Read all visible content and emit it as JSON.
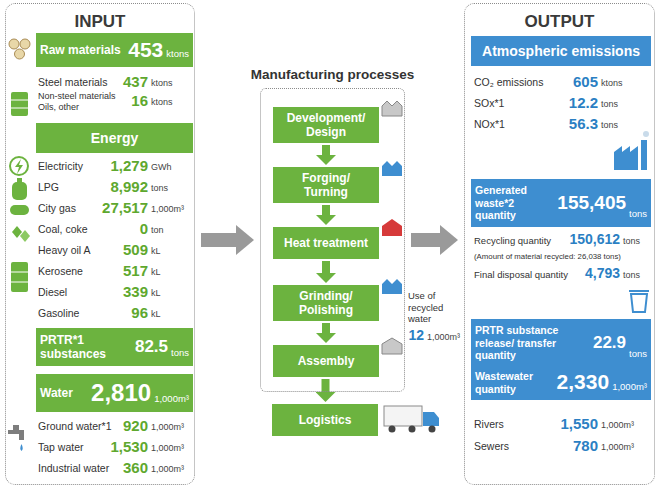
{
  "diagram": {
    "nodes": [
      {
        "text": [
          "INPUT"
        ]
      },
      {
        "text": [
          "Raw materials",
          "453",
          "ktons"
        ],
        "in": 0
      },
      {
        "text": [
          "Energy"
        ],
        "in": 0
      },
      {
        "text": [
          "PRTR*1 substances",
          "82.5",
          "tons"
        ],
        "in": 0
      },
      {
        "text": [
          "Water",
          "2,810",
          "1,000m³"
        ],
        "in": 0
      },
      {
        "text": [
          "Manufacturing processes"
        ]
      },
      {
        "text": [
          "Development/ Design"
        ],
        "in": 5
      },
      {
        "text": [
          "Forging/ Turning"
        ],
        "in": 5
      },
      {
        "text": [
          "Heat treatment"
        ],
        "in": 5
      },
      {
        "text": [
          "Grinding/ Polishing"
        ],
        "in": 5
      },
      {
        "text": [
          "Assembly"
        ],
        "in": 5
      },
      {
        "text": [
          "Logistics"
        ]
      },
      {
        "text": [
          "OUTPUT"
        ]
      },
      {
        "text": [
          "Atmospheric emissions"
        ],
        "in": 12
      },
      {
        "text": [
          "Generated waste*2 quantity",
          "155,405",
          "tons"
        ],
        "in": 12
      },
      {
        "text": [
          "PRTR substance release/ transfer quantity",
          "22.9",
          "tons"
        ],
        "in": 12
      },
      {
        "text": [
          "Wastewater quantity",
          "2,330",
          "1,000m³"
        ],
        "in": 12
      }
    ],
    "edges": [
      {
        "from": 0,
        "to": 5,
        "arrow": "to"
      },
      {
        "from": 6,
        "to": 7,
        "arrow": "to"
      },
      {
        "from": 7,
        "to": 8,
        "arrow": "to"
      },
      {
        "from": 8,
        "to": 9,
        "arrow": "to"
      },
      {
        "from": 9,
        "to": 10,
        "arrow": "to"
      },
      {
        "from": 10,
        "to": 11,
        "arrow": "to"
      },
      {
        "from": 5,
        "to": 12,
        "arrow": "to"
      }
    ],
    "labels": [
      "Steel materials",
      "437",
      "ktons",
      "Non-steel materials Oils, other",
      "16",
      "ktons",
      "Electricity",
      "1,279",
      "GWh",
      "LPG",
      "8,992",
      "tons",
      "City gas",
      "27,517",
      "1,000m³",
      "Coal, coke",
      "0",
      "ton",
      "Heavy oil A",
      "509",
      "kL",
      "Kerosene",
      "517",
      "kL",
      "Diesel",
      "339",
      "kL",
      "Gasoline",
      "96",
      "kL",
      "Ground water*1",
      "920",
      "1,000m³",
      "Tap water",
      "1,530",
      "1,000m³",
      "Industrial water",
      "360",
      "1,000m³",
      "Use of recycled water",
      "12",
      "1,000m³",
      "CO₂ emissions",
      "605",
      "ktons",
      "SOx*1",
      "12.2",
      "tons",
      "NOx*1",
      "56.3",
      "tons",
      "Recycling quantity",
      "150,612",
      "tons",
      "(Amount of material recycled: 26,038 tons)",
      "Final disposal quantity",
      "4,793",
      "tons",
      "Rivers",
      "1,550",
      "1,000m³",
      "Sewers",
      "780",
      "1,000m³"
    ]
  }
}
